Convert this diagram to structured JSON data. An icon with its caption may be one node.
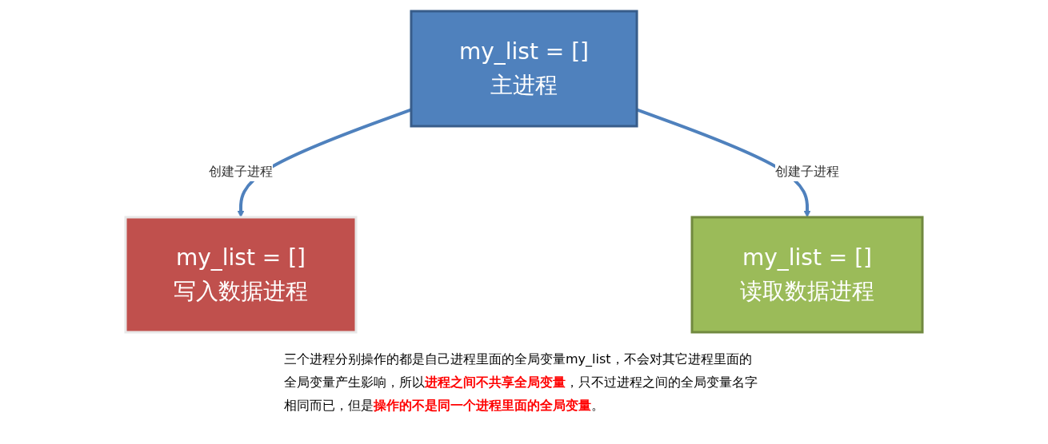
{
  "diagram": {
    "nodes": [
      {
        "text": [
          "my_list = []",
          "主进程"
        ]
      },
      {
        "text": [
          "my_list = []",
          "写入数据进程"
        ]
      },
      {
        "text": [
          "my_list = []",
          "读取数据进程"
        ]
      }
    ],
    "edges": [
      {
        "from": 0,
        "to": 1,
        "arrow": "to",
        "label": "创建子进程"
      },
      {
        "from": 0,
        "to": 2,
        "arrow": "to",
        "label": "创建子进程"
      }
    ],
    "labels": [
      "三个进程分别操作的都是自己进程里面的全局变量my_list，不会对其它进程里面的全局变量产生影响，所以**进程之间不共享全局变量**，只不过进程之间的全局变量名字相同而已，但是**操作的不是同一个进程里面的全局变量**。"
    ]
  }
}
